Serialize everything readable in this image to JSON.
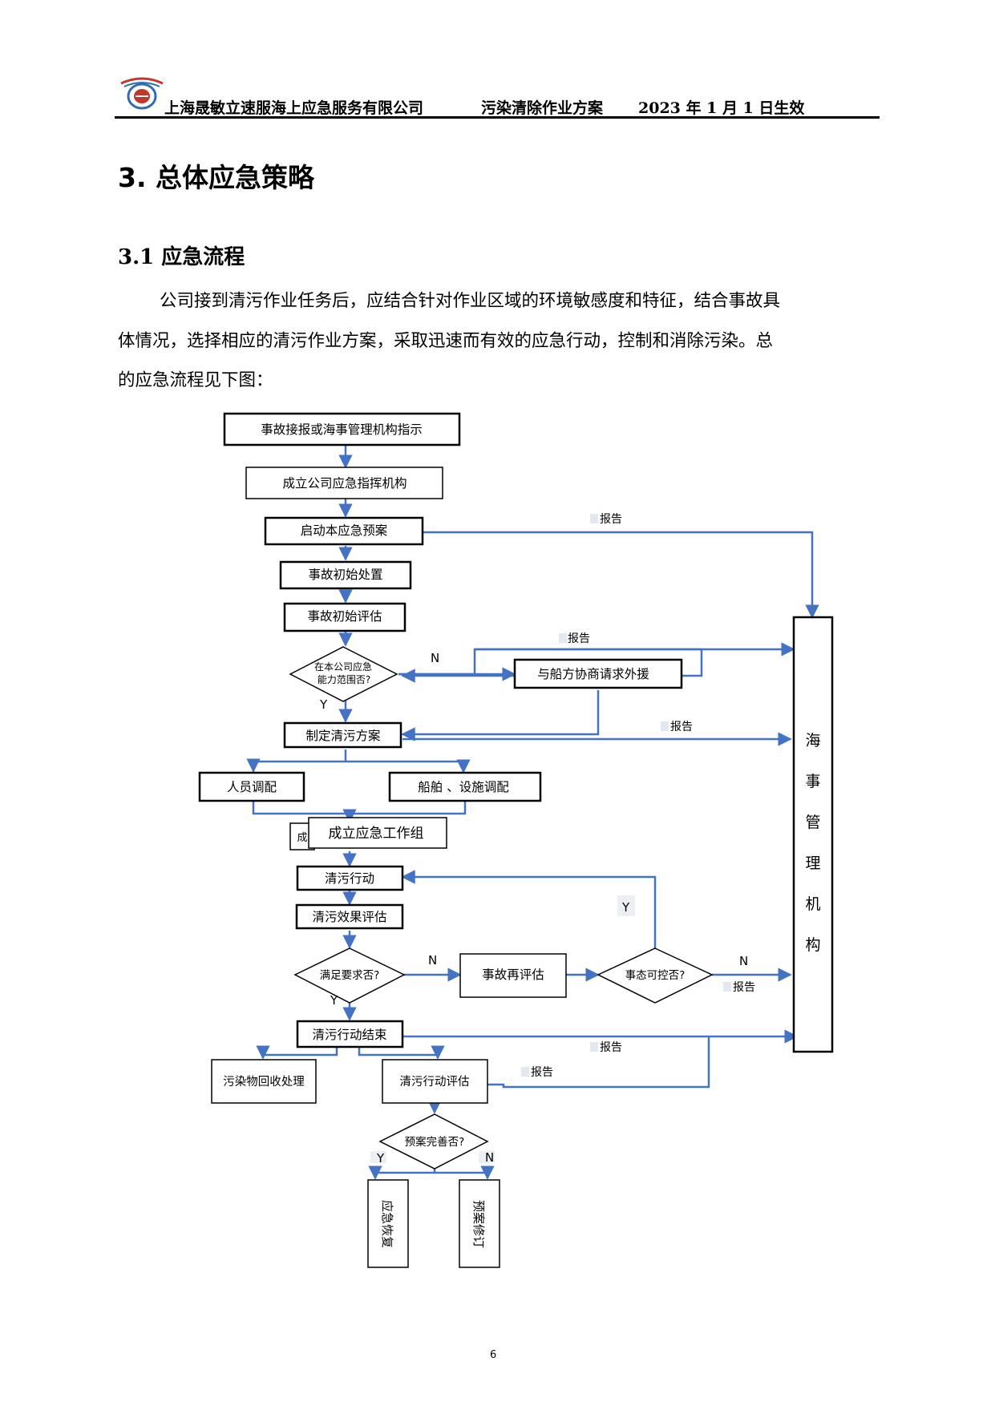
{
  "header": {
    "company": "上海晟敏立速服海上应急服务有限公司",
    "doc_title": "污染清除作业方案",
    "effective_date": "2023 年 1 月 1 日生效"
  },
  "section": {
    "heading": "3.  总体应急策略",
    "subheading": "3.1  应急流程",
    "paragraph_lines": [
      "公司接到清污作业任务后，应结合针对作业区域的环境敏感度和特征，结合事故具",
      "体情况，选择相应的清污作业方案，采取迅速而有效的应急行动，控制和消除污染。总",
      "的应急流程见下图："
    ]
  },
  "flowchart": {
    "node_report": "事故接报或海事管理机构指示",
    "node_command": "成立公司应急指挥机构",
    "node_plan_start": "启动本应急预案",
    "node_initial_handling": "事故初始处置",
    "node_initial_assess": "事故初始评估",
    "decision_capability_line1": "在本公司应急",
    "decision_capability_line2": "能力范围否?",
    "node_external_help": "与船方协商请求外援",
    "node_cleanup_plan": "制定清污方案",
    "node_personnel": "人员调配",
    "node_equipment": "船舶 、设施调配",
    "node_workgroup": "成立应急工作组",
    "node_workgroup_hidden": "成",
    "node_cleanup_action": "清污行动",
    "node_effect_assess": "清污效果评估",
    "decision_requirement": "满足要求否?",
    "node_reassess": "事故再评估",
    "decision_controllable": "事态可控否?",
    "node_action_end": "清污行动结束",
    "node_waste": "污染物回收处理",
    "node_action_assess": "清污行动评估",
    "decision_plan_ok": "预案完善否?",
    "node_recovery": "应急恢复",
    "node_revision": "预案修订",
    "authority": [
      "海",
      "事",
      "管",
      "理",
      "机",
      "构"
    ],
    "label_report": "报告",
    "label_yes": "Y",
    "label_no": "N"
  },
  "page_number": "6",
  "colors": {
    "arrow": "#4472C4",
    "text": "#000000",
    "logo_red": "#C0392B",
    "logo_blue": "#2E6DB4"
  }
}
